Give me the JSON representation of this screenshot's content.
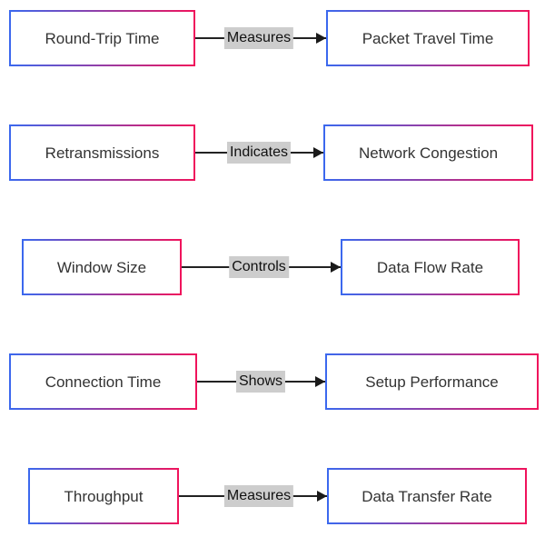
{
  "diagram": {
    "type": "flowchart",
    "direction": "left-to-right",
    "colors": {
      "node_border_gradient_start": "#3b68ee",
      "node_border_gradient_end": "#f0135c",
      "node_fill": "#ffffff",
      "node_text": "#333333",
      "edge_line": "#222222",
      "edge_label_bg": "#cdcdcd",
      "edge_label_text": "#111111"
    },
    "rows": [
      {
        "source": "Round-Trip Time",
        "relation": "Measures",
        "target": "Packet Travel Time"
      },
      {
        "source": "Retransmissions",
        "relation": "Indicates",
        "target": "Network Congestion"
      },
      {
        "source": "Window Size",
        "relation": "Controls",
        "target": "Data Flow Rate"
      },
      {
        "source": "Connection Time",
        "relation": "Shows",
        "target": "Setup Performance"
      },
      {
        "source": "Throughput",
        "relation": "Measures",
        "target": "Data Transfer Rate"
      }
    ]
  }
}
